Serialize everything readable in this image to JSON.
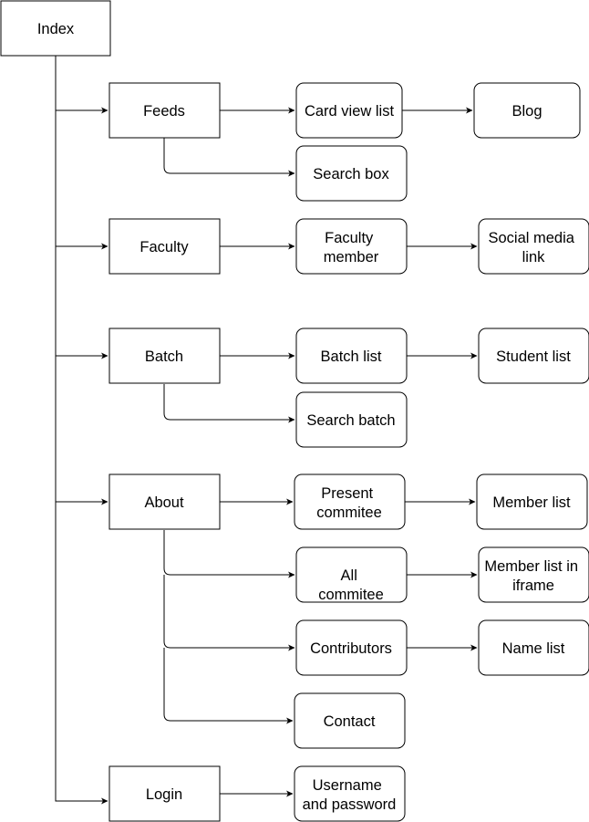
{
  "diagram": {
    "colors": {
      "stroke": "#000000",
      "fill": "#ffffff",
      "text": "#000000"
    },
    "nodes": {
      "index": {
        "lines": [
          "Index"
        ]
      },
      "feeds": {
        "lines": [
          "Feeds"
        ]
      },
      "card_view_list": {
        "lines": [
          "Card view list"
        ]
      },
      "blog": {
        "lines": [
          "Blog"
        ]
      },
      "search_box": {
        "lines": [
          "Search box"
        ]
      },
      "faculty": {
        "lines": [
          "Faculty"
        ]
      },
      "faculty_member": {
        "lines": [
          "Faculty",
          "member"
        ]
      },
      "social_media_link": {
        "lines": [
          "Social media",
          "link"
        ]
      },
      "batch": {
        "lines": [
          "Batch"
        ]
      },
      "batch_list": {
        "lines": [
          "Batch list"
        ]
      },
      "student_list": {
        "lines": [
          "Student list"
        ]
      },
      "search_batch": {
        "lines": [
          "Search batch"
        ]
      },
      "about": {
        "lines": [
          "About"
        ]
      },
      "present_commitee": {
        "lines": [
          "Present",
          "commitee"
        ]
      },
      "member_list": {
        "lines": [
          "Member list"
        ]
      },
      "all_commitee": {
        "lines": [
          "All",
          "commitee"
        ]
      },
      "member_list_iframe": {
        "lines": [
          "Member list in",
          "iframe"
        ]
      },
      "contributors": {
        "lines": [
          "Contributors"
        ]
      },
      "name_list": {
        "lines": [
          "Name list"
        ]
      },
      "contact": {
        "lines": [
          "Contact"
        ]
      },
      "login": {
        "lines": [
          "Login"
        ]
      },
      "username_password": {
        "lines": [
          "Username",
          "and password"
        ]
      }
    },
    "edges": [
      {
        "from": "index",
        "to": "feeds"
      },
      {
        "from": "index",
        "to": "faculty"
      },
      {
        "from": "index",
        "to": "batch"
      },
      {
        "from": "index",
        "to": "about"
      },
      {
        "from": "index",
        "to": "login"
      },
      {
        "from": "feeds",
        "to": "card_view_list"
      },
      {
        "from": "card_view_list",
        "to": "blog"
      },
      {
        "from": "feeds",
        "to": "search_box"
      },
      {
        "from": "faculty",
        "to": "faculty_member"
      },
      {
        "from": "faculty_member",
        "to": "social_media_link"
      },
      {
        "from": "batch",
        "to": "batch_list"
      },
      {
        "from": "batch_list",
        "to": "student_list"
      },
      {
        "from": "batch",
        "to": "search_batch"
      },
      {
        "from": "about",
        "to": "present_commitee"
      },
      {
        "from": "present_commitee",
        "to": "member_list"
      },
      {
        "from": "about",
        "to": "all_commitee"
      },
      {
        "from": "all_commitee",
        "to": "member_list_iframe"
      },
      {
        "from": "about",
        "to": "contributors"
      },
      {
        "from": "contributors",
        "to": "name_list"
      },
      {
        "from": "about",
        "to": "contact"
      },
      {
        "from": "login",
        "to": "username_password"
      }
    ]
  }
}
